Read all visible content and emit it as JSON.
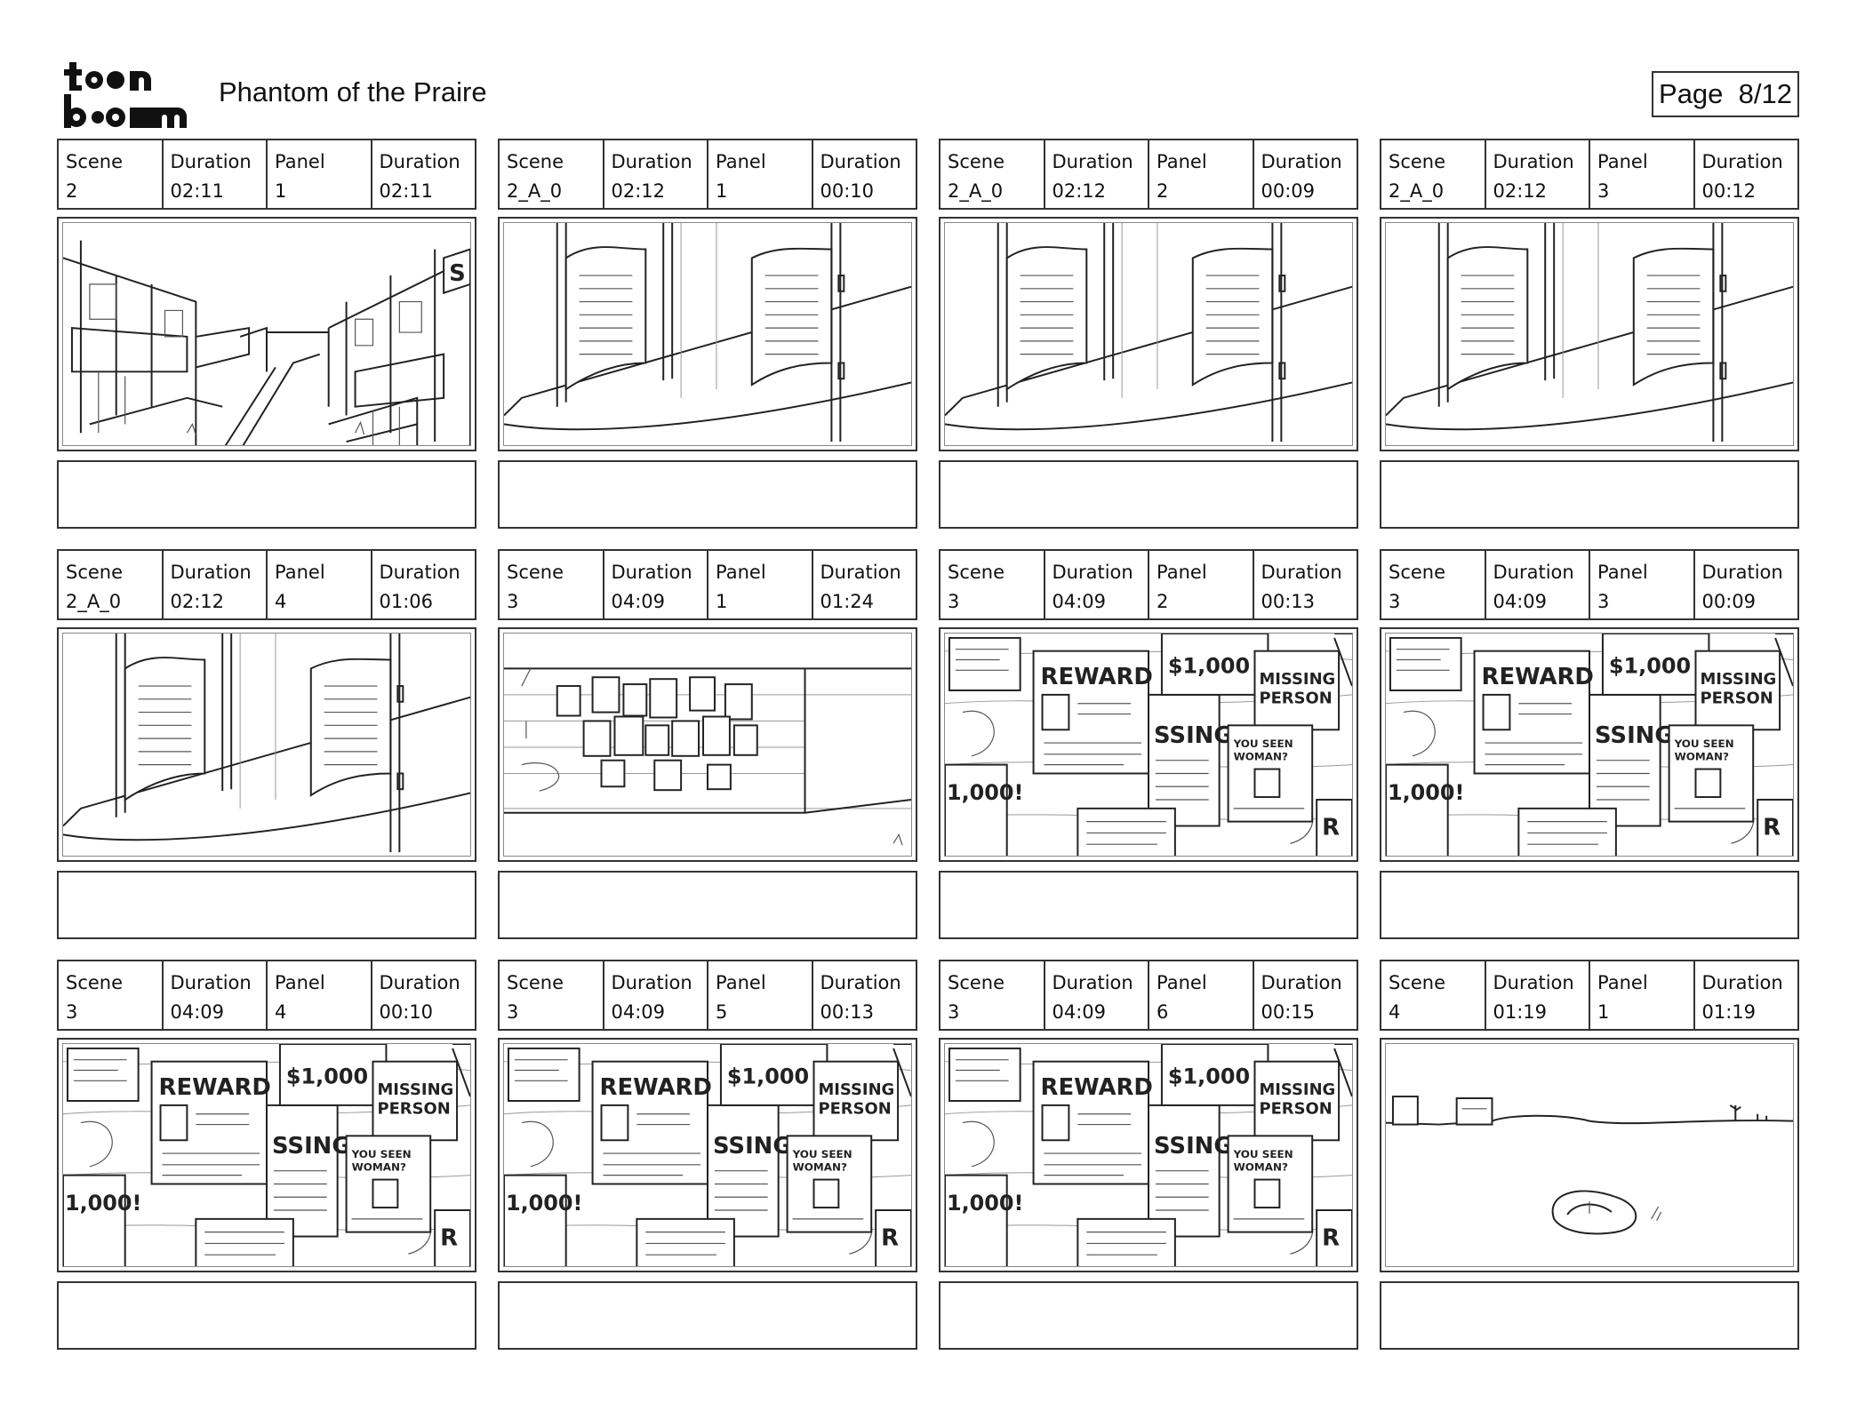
{
  "header": {
    "logo_text": "toonboom",
    "title": "Phantom of the Praire",
    "page_label": "Page  8/12"
  },
  "labels": {
    "scene": "Scene",
    "duration": "Duration",
    "panel": "Panel"
  },
  "panels": [
    {
      "scene": "2",
      "scene_duration": "02:11",
      "panel": "1",
      "panel_duration": "02:11",
      "art": "street-icon"
    },
    {
      "scene": "2_A_0",
      "scene_duration": "02:12",
      "panel": "1",
      "panel_duration": "00:10",
      "art": "saloon-doors-icon"
    },
    {
      "scene": "2_A_0",
      "scene_duration": "02:12",
      "panel": "2",
      "panel_duration": "00:09",
      "art": "saloon-doors-icon"
    },
    {
      "scene": "2_A_0",
      "scene_duration": "02:12",
      "panel": "3",
      "panel_duration": "00:12",
      "art": "saloon-doors-icon"
    },
    {
      "scene": "2_A_0",
      "scene_duration": "02:12",
      "panel": "4",
      "panel_duration": "01:06",
      "art": "saloon-doors-icon"
    },
    {
      "scene": "3",
      "scene_duration": "04:09",
      "panel": "1",
      "panel_duration": "01:24",
      "art": "notice-board-icon"
    },
    {
      "scene": "3",
      "scene_duration": "04:09",
      "panel": "2",
      "panel_duration": "00:13",
      "art": "wanted-posters-icon"
    },
    {
      "scene": "3",
      "scene_duration": "04:09",
      "panel": "3",
      "panel_duration": "00:09",
      "art": "wanted-posters-icon"
    },
    {
      "scene": "3",
      "scene_duration": "04:09",
      "panel": "4",
      "panel_duration": "00:10",
      "art": "wanted-posters-icon"
    },
    {
      "scene": "3",
      "scene_duration": "04:09",
      "panel": "5",
      "panel_duration": "00:13",
      "art": "wanted-posters-icon"
    },
    {
      "scene": "3",
      "scene_duration": "04:09",
      "panel": "6",
      "panel_duration": "00:15",
      "art": "wanted-posters-icon"
    },
    {
      "scene": "4",
      "scene_duration": "01:19",
      "panel": "1",
      "panel_duration": "01:19",
      "art": "desert-shoe-icon"
    }
  ],
  "poster_text": {
    "reward": "REWARD",
    "amount": "$1,000",
    "missing": "MISSING",
    "person": "PERSON",
    "seen1": "YOU SEEN",
    "seen2": "WOMAN?",
    "fragment": "1,000!"
  }
}
